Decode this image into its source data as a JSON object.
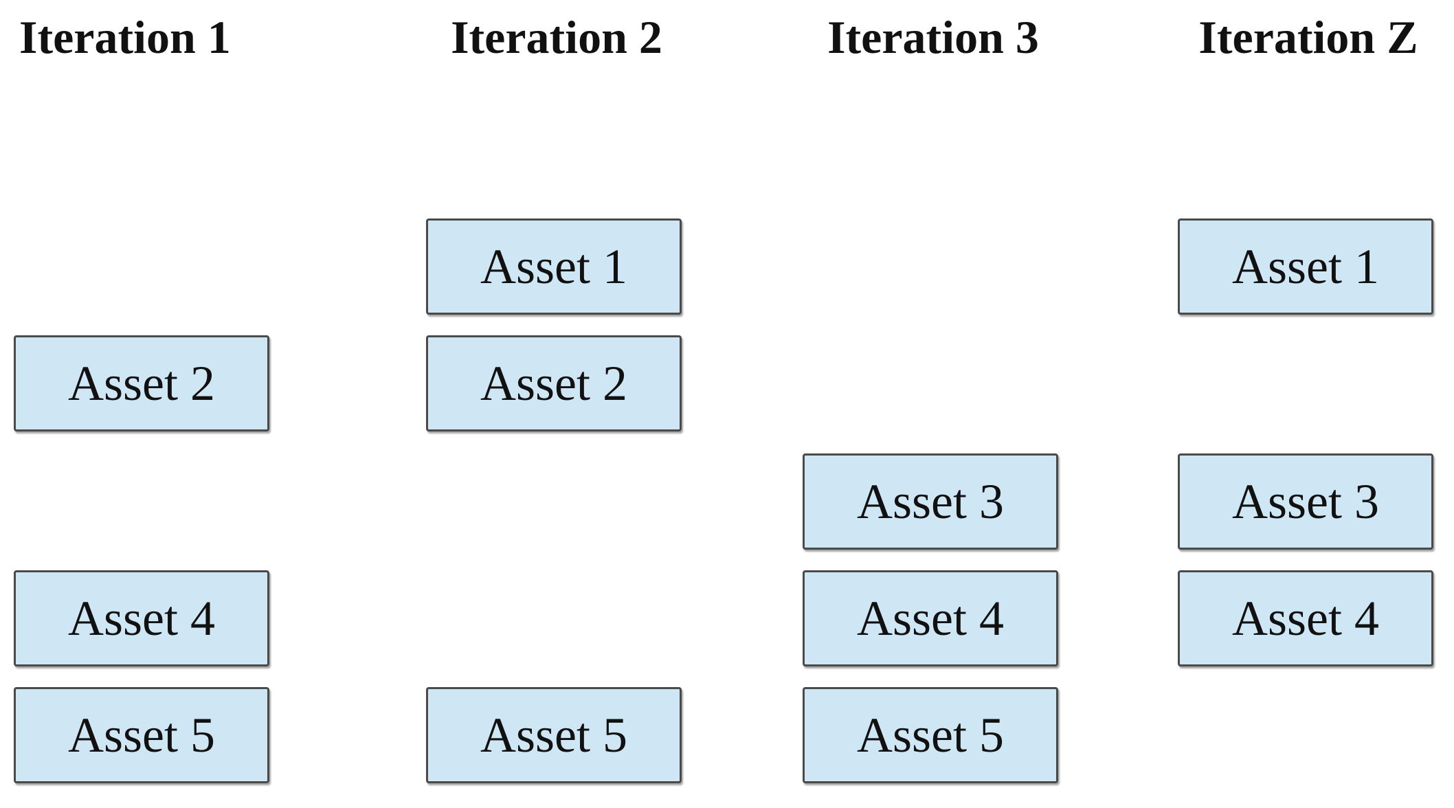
{
  "iterations": [
    {
      "title": "Iteration 1",
      "assets": [
        "Asset 2",
        "Asset 4",
        "Asset 5"
      ]
    },
    {
      "title": "Iteration 2",
      "assets": [
        "Asset 1",
        "Asset 2",
        "Asset 5"
      ]
    },
    {
      "title": "Iteration 3",
      "assets": [
        "Asset 3",
        "Asset 4",
        "Asset 5"
      ]
    },
    {
      "title": "Iteration Z",
      "assets": [
        "Asset 1",
        "Asset 3",
        "Asset 4"
      ]
    }
  ],
  "colors": {
    "box_fill": "#cfe6f5",
    "box_border": "#4a4a4a",
    "text": "#111111"
  }
}
